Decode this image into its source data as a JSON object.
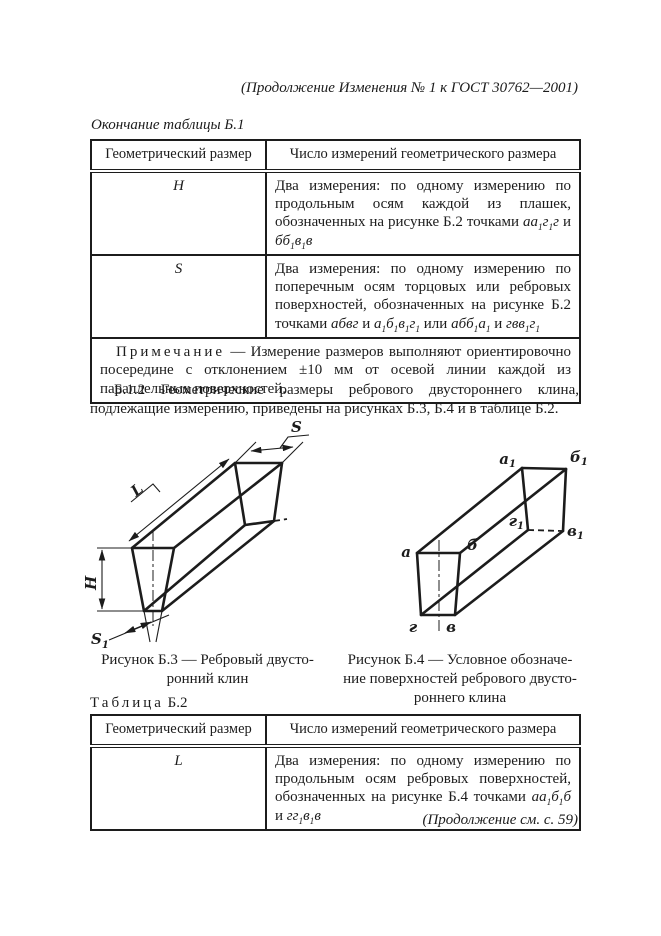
{
  "page": {
    "header": "(Продолжение Изменения № 1 к ГОСТ 30762—2001)",
    "okonchanie_label": "Окончание таблицы Б.1",
    "footer": "(Продолжение см. с. 59)"
  },
  "paragraph_b12": "Б.1.2 Геометрические размеры ребрового двустороннего клина, подлежащие измерению, приведены на рисунках Б.3, Б.4 и в таблице Б.2.",
  "table_b1": {
    "col1_header": "Геометрический размер",
    "col2_header": "Число измерений геометрического размера",
    "rows": [
      {
        "size": "H",
        "desc_html": "Два измерения: по одному измерению по продольным осям каждой из плашек, обозначенных на рисунке Б.2 точками <i>аа<sub>1</sub>г<sub>1</sub>г</i> и <i>бб<sub>1</sub>в<sub>1</sub>в</i>"
      },
      {
        "size": "S",
        "desc_html": "Два измерения: по одному измерению по поперечным осям торцовых или ребровых поверхностей, обозначенных на рисунке Б.2 точками <i>абвг</i> и <i>а<sub>1</sub>б<sub>1</sub>в<sub>1</sub>г<sub>1</sub></i> или <i>абб<sub>1</sub>а<sub>1</sub></i> и <i>гвв<sub>1</sub>г<sub>1</sub></i>"
      }
    ],
    "note_label": "Примечание",
    "note_text": "— Измерение размеров выполняют ориентировочно посередине с отклонением ±10 мм от осевой линии каждой из параллельных поверхностей."
  },
  "figure_b3": {
    "labels": {
      "S": "S",
      "L": "L",
      "H": "H",
      "S1_base": "S",
      "S1_sub": "1"
    },
    "caption_line1": "Рисунок Б.3 — Ребровый двусто-",
    "caption_line2": "ронний клин"
  },
  "figure_b4": {
    "labels": {
      "a1_base": "а",
      "a1_sub": "1",
      "b1_base": "б",
      "b1_sub": "1",
      "g1_base": "г",
      "g1_sub": "1",
      "v1_base": "в",
      "v1_sub": "1",
      "a": "а",
      "b": "б",
      "g": "г",
      "v": "в"
    },
    "caption_line1": "Рисунок Б.4 — Условное обозначе-",
    "caption_line2": "ние поверхностей ребрового двусто-",
    "caption_line3": "роннего клина"
  },
  "table_b2": {
    "title_label": "Таблица",
    "title_number": "Б.2",
    "col1_header": "Геометрический размер",
    "col2_header": "Число измерений геометрического размера",
    "rows": [
      {
        "size": "L",
        "desc_html": "Два измерения: по одному измерению по продольным осям ребровых поверхностей, обозначенных на рисунке Б.4 точками <i>аа<sub>1</sub>б<sub>1</sub>б</i> и <i>гг<sub>1</sub>в<sub>1</sub>в</i>"
      }
    ]
  },
  "colors": {
    "ink": "#1c1c1c",
    "paper": "#ffffff"
  }
}
